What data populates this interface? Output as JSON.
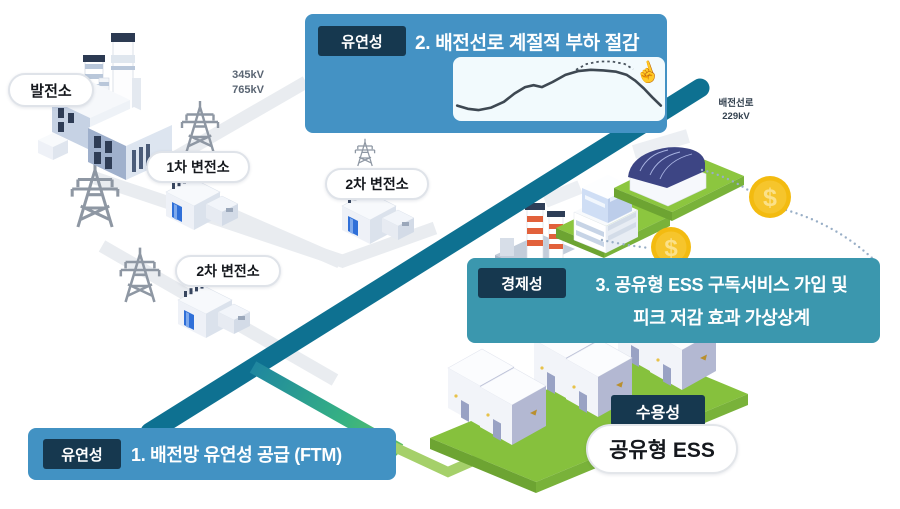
{
  "scene": {
    "pills": {
      "power_plant": "발전소",
      "primary_substation": "1차 변전소",
      "secondary_substation_right": "2차 변전소",
      "secondary_substation_lower": "2차 변전소",
      "shared_ess": "공유형 ESS"
    },
    "voltage_labels": {
      "transmission_kv_line1": "345kV",
      "transmission_kv_line2": "765kV",
      "distribution_name": "배전선로",
      "distribution_kv": "229kV"
    },
    "banners": {
      "top": {
        "tag": "유연성",
        "title": "2. 배전선로 계절적 부하 절감"
      },
      "economy": {
        "tag": "경제성",
        "title_line1": "3. 공유형 ESS 구독서비스 가입 및",
        "title_line2": "피크 저감 효과 가상상계"
      },
      "bottom": {
        "tag": "유연성",
        "title": "1. 배전망 유연성 공급 (FTM)"
      },
      "acceptance_tag": "수용성"
    },
    "icons": {
      "coin_symbol": "$",
      "tap_hand": "☝"
    },
    "colors": {
      "banner_blue": "#4492c4",
      "banner_teal": "#3b97ae",
      "tag_navy": "#16384f",
      "distribution_line_teal": "#0e7191",
      "platform_green": "#8cc63f",
      "coin_gold": "#f3bb10"
    }
  },
  "chart_data": {
    "type": "line",
    "title": "",
    "xlabel": "",
    "ylabel": "",
    "axes_visible": false,
    "description": "Seasonal distribution-line load curve: solid = reduced load, dotted = original peak being shaved",
    "series": [
      {
        "name": "load-after-reduction",
        "style": "solid",
        "points": [
          [
            2,
            76
          ],
          [
            7,
            81
          ],
          [
            12,
            83
          ],
          [
            18,
            79
          ],
          [
            24,
            70
          ],
          [
            29,
            57
          ],
          [
            34,
            47
          ],
          [
            38,
            44
          ],
          [
            42,
            47
          ],
          [
            47,
            39
          ],
          [
            53,
            28
          ],
          [
            59,
            22
          ],
          [
            65,
            20
          ],
          [
            71,
            21
          ],
          [
            77,
            23
          ],
          [
            82,
            28
          ],
          [
            86,
            37
          ],
          [
            90,
            49
          ],
          [
            94,
            63
          ],
          [
            98,
            76
          ]
        ]
      },
      {
        "name": "original-peak",
        "style": "dotted",
        "points": [
          [
            58,
            20
          ],
          [
            63,
            11
          ],
          [
            69,
            7
          ],
          [
            75,
            7
          ],
          [
            81,
            11
          ],
          [
            85,
            19
          ]
        ]
      }
    ]
  }
}
